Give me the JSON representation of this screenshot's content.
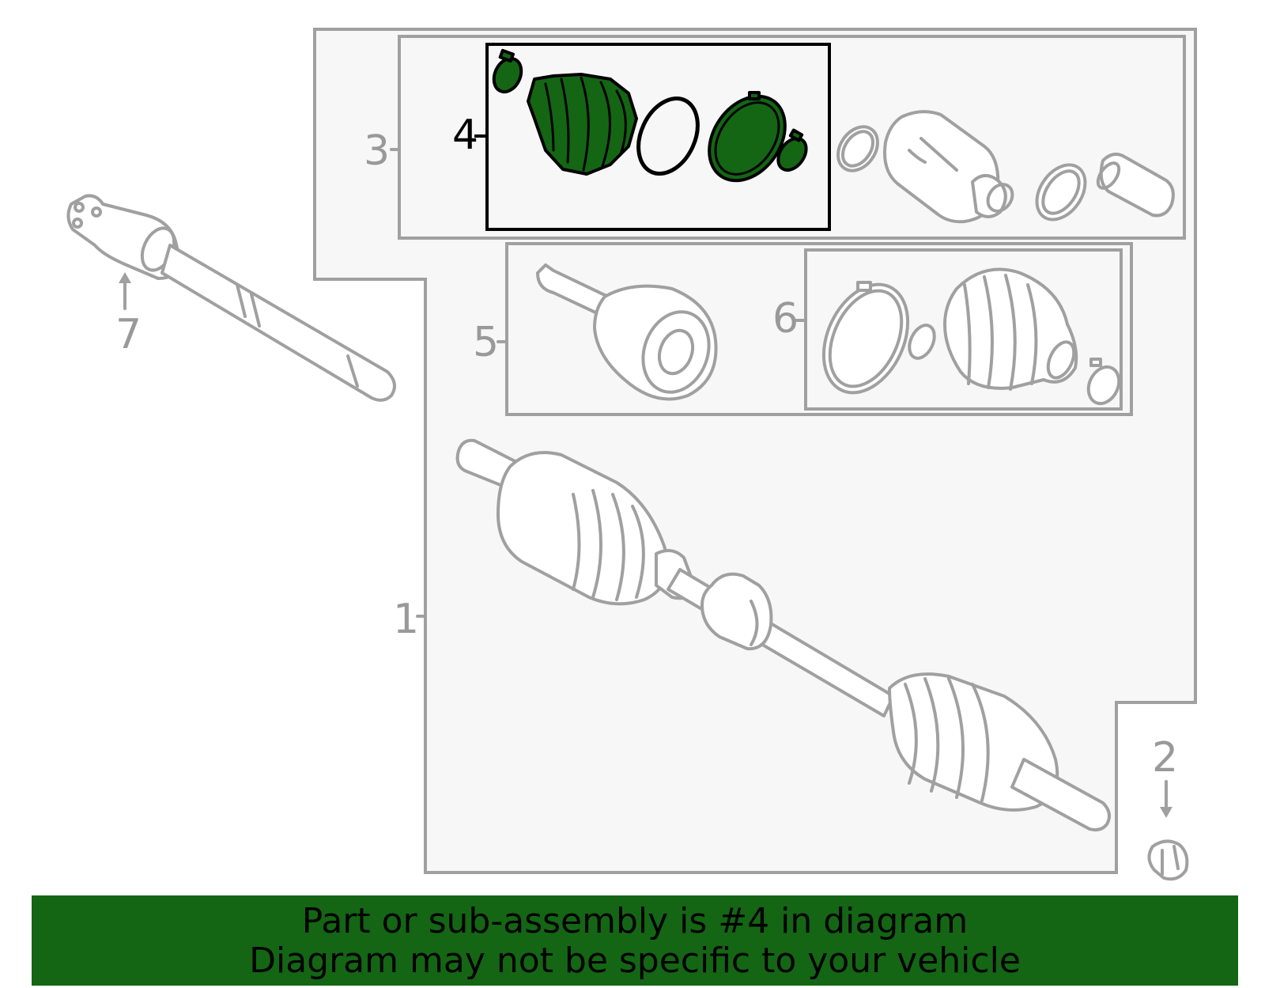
{
  "colors": {
    "highlight_fill": "#146614",
    "banner_background": "#146614",
    "part_outline": "#a0a0a0",
    "panel_background": "#f7f7f7"
  },
  "callouts": [
    "1",
    "2",
    "3",
    "4",
    "5",
    "6",
    "7"
  ],
  "highlighted_callout": "4",
  "banner": {
    "line1": "Part or sub-assembly is #4 in diagram",
    "line2": "Diagram may not be specific to your vehicle"
  }
}
